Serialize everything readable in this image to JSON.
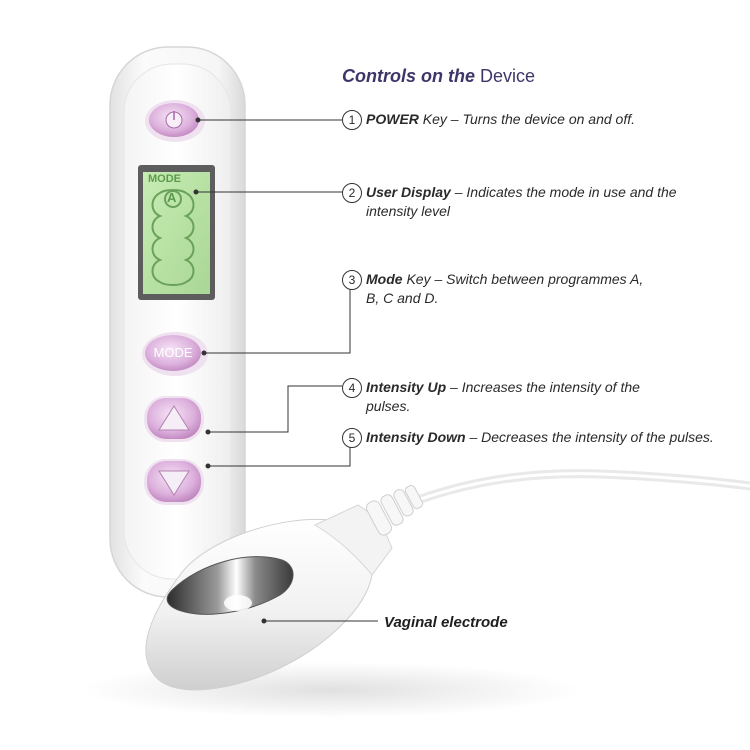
{
  "heading": {
    "part1": "Controls on the",
    "part2": "Device"
  },
  "device": {
    "display_mode_label": "MODE",
    "display_program_letter": "A",
    "mode_button_label": "MODE",
    "power_symbol": "⏻"
  },
  "callouts": [
    {
      "number": "1",
      "key": "POWER",
      "key_suffix": " Key",
      "description": "Turns the device on and off."
    },
    {
      "number": "2",
      "key": "User Display",
      "key_suffix": "",
      "description": "Indicates the mode in use and the intensity level"
    },
    {
      "number": "3",
      "key": "Mode",
      "key_suffix": " Key",
      "description": "Switch between programmes A, B, C and D."
    },
    {
      "number": "4",
      "key": "Intensity Up",
      "key_suffix": "",
      "description": "Increases the intensity of the pulses."
    },
    {
      "number": "5",
      "key": "Intensity Down",
      "key_suffix": "",
      "description": "Decreases the intensity of the pulses."
    }
  ],
  "separator": " – ",
  "electrode_label": "Vaginal electrode",
  "colors": {
    "heading": "#3e3668",
    "button_purple": "#c98fc7",
    "button_light": "#ead2ea",
    "lcd_green": "#b9e3a6",
    "lcd_segment": "#6aa15a",
    "device_body": "#f6f6f6"
  }
}
